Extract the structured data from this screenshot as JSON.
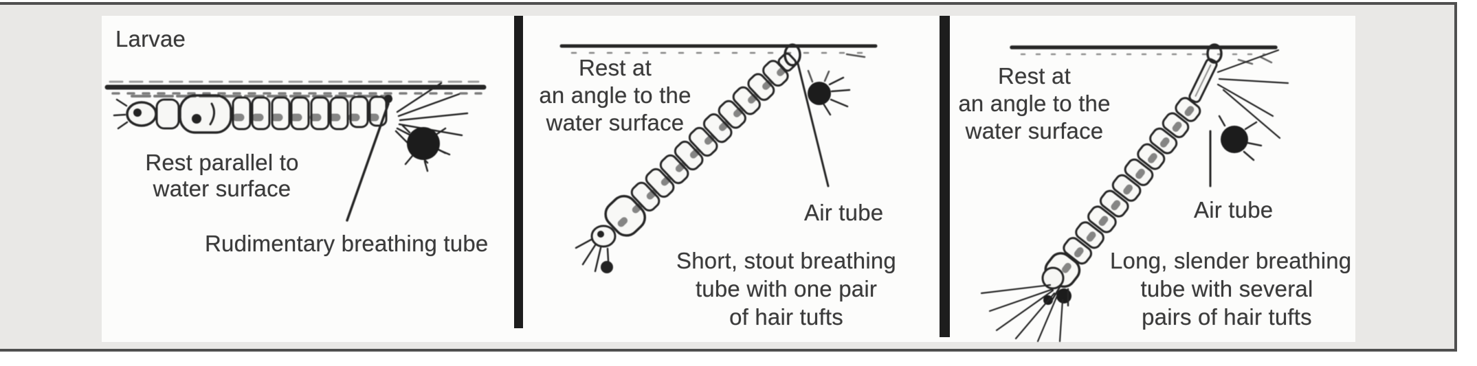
{
  "figure": {
    "title": "Larvae",
    "panels": [
      {
        "name": "anopheles-type-larva",
        "rest_lines": [
          "Rest parallel to",
          "water surface"
        ],
        "tube_label": "Rudimentary breathing tube"
      },
      {
        "name": "culex-type-larva",
        "rest_lines": [
          "Rest at",
          "an angle to the",
          "water surface"
        ],
        "air_tube_label": "Air tube",
        "tube_lines": [
          "Short, stout breathing",
          "tube with one pair",
          "of hair tufts"
        ]
      },
      {
        "name": "aedes-type-larva",
        "rest_lines": [
          "Rest at",
          "an angle to the",
          "water surface"
        ],
        "air_tube_label": "Air tube",
        "tube_lines": [
          "Long, slender breathing",
          "tube with several",
          "pairs of hair tufts"
        ]
      }
    ],
    "colors": {
      "frame_border": "#4f4f4f",
      "frame_bg": "#e9e8e6",
      "panel_bg": "#fcfcfb",
      "divider": "#1d1d1d",
      "ink": "#3a3a3a"
    }
  }
}
